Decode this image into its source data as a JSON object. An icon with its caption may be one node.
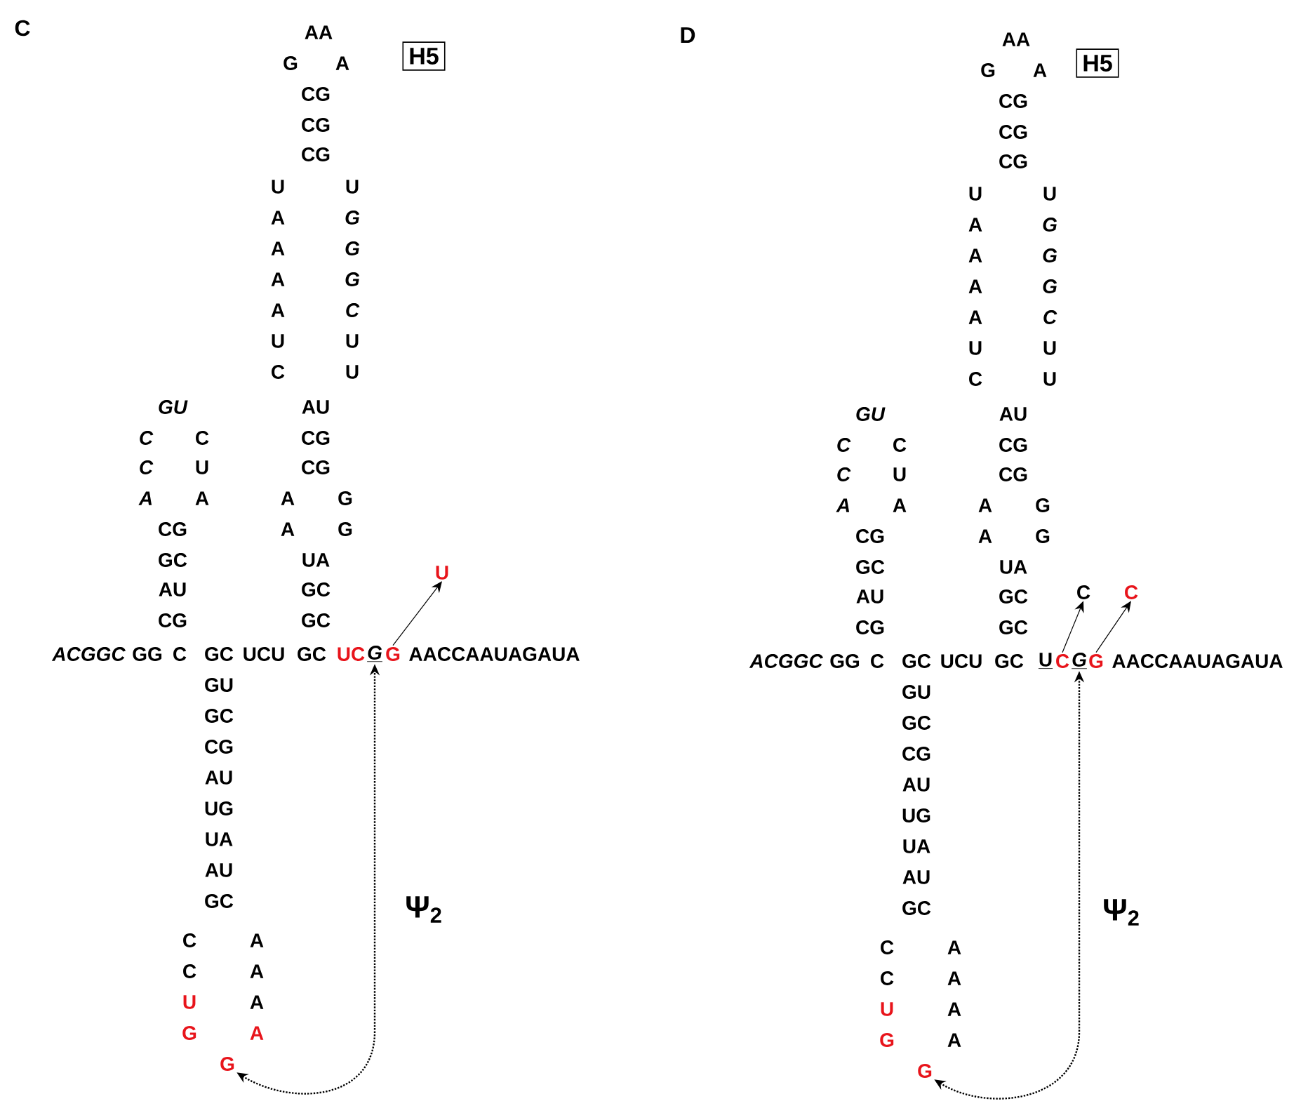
{
  "diagram": {
    "nodes": [
      {
        "text": [
          "H5"
        ]
      },
      {
        "text": [
          "U"
        ]
      },
      {
        "text": [
          "G"
        ]
      },
      {
        "text": [
          "G"
        ]
      },
      {
        "text": [
          "G"
        ]
      },
      {
        "text": [
          "H5"
        ]
      },
      {
        "text": [
          "C"
        ]
      },
      {
        "text": [
          "C"
        ]
      },
      {
        "text": [
          "C"
        ]
      },
      {
        "text": [
          "G"
        ]
      },
      {
        "text": [
          "G"
        ]
      },
      {
        "text": [
          "G"
        ]
      }
    ],
    "edges": [
      {
        "from": 3,
        "to": 1,
        "arrow": "to"
      },
      {
        "from": 4,
        "to": 2,
        "arrow": "both",
        "style": "dashed",
        "label": "Ψ$_{2}$"
      },
      {
        "from": 8,
        "to": 6,
        "arrow": "to"
      },
      {
        "from": 10,
        "to": 7,
        "arrow": "to"
      },
      {
        "from": 11,
        "to": 9,
        "arrow": "both",
        "style": "dashed",
        "label": "Ψ$_{2}$"
      }
    ],
    "labels": [
      "C",
      "AA",
      "G",
      "A",
      "CG",
      "CG",
      "CG",
      "U",
      "U",
      "A",
      "G",
      "A",
      "G",
      "A",
      "G",
      "A",
      "C",
      "U",
      "U",
      "C",
      "U",
      "GU",
      "AU",
      "C",
      "C",
      "CG",
      "C",
      "U",
      "CG",
      "A",
      "A",
      "A",
      "G",
      "CG",
      "A",
      "G",
      "GC",
      "UA",
      "AU",
      "GC",
      "CG",
      "GC",
      "ACGGC",
      "GG",
      "C",
      "GC",
      "UCU",
      "GC",
      "UC",
      "AACCAAUAGAUA",
      "GU",
      "GC",
      "CG",
      "AU",
      "UG",
      "UA",
      "AU",
      "GC",
      "C",
      "A",
      "C",
      "A",
      "U",
      "A",
      "G",
      "A",
      "D",
      "AA",
      "G",
      "A",
      "CG",
      "CG",
      "CG",
      "U",
      "U",
      "A",
      "G",
      "A",
      "G",
      "A",
      "G",
      "A",
      "C",
      "U",
      "U",
      "C",
      "U",
      "GU",
      "AU",
      "C",
      "C",
      "CG",
      "C",
      "U",
      "CG",
      "A",
      "A",
      "A",
      "G",
      "CG",
      "A",
      "G",
      "GC",
      "UA",
      "AU",
      "GC",
      "CG",
      "GC",
      "ACGGC",
      "GG",
      "C",
      "GC",
      "UCU",
      "GC",
      "U",
      "AACCAAUAGAUA",
      "GU",
      "GC",
      "CG",
      "AU",
      "UG",
      "UA",
      "AU",
      "GC",
      "C",
      "A",
      "C",
      "A",
      "U",
      "A",
      "G",
      "A"
    ]
  }
}
